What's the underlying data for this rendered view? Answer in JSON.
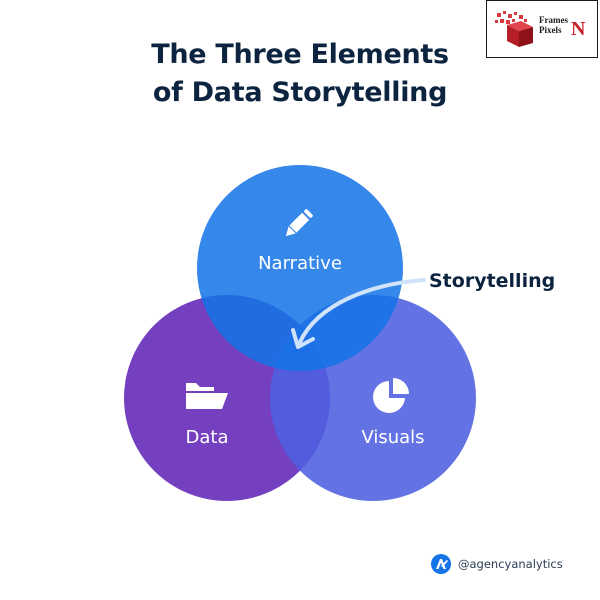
{
  "watermark": {
    "line1": "Frames",
    "line2": "Pixels",
    "letter": "N",
    "accent_color": "#c8202a"
  },
  "title": {
    "line1": "The Three Elements",
    "line2": "of Data Storytelling"
  },
  "venn": {
    "circles": [
      {
        "label": "Narrative",
        "icon": "pen-icon",
        "color": "#1473e6"
      },
      {
        "label": "Data",
        "icon": "folder-icon",
        "color": "#7440c0"
      },
      {
        "label": "Visuals",
        "icon": "pie-chart-icon",
        "color": "#4f60e0"
      }
    ],
    "center_label": "Storytelling",
    "arrow_color": "#cfe3fb"
  },
  "credit": {
    "handle": "@agencyanalytics",
    "icon": "agencyanalytics-logo-icon",
    "color": "#1473e6"
  }
}
